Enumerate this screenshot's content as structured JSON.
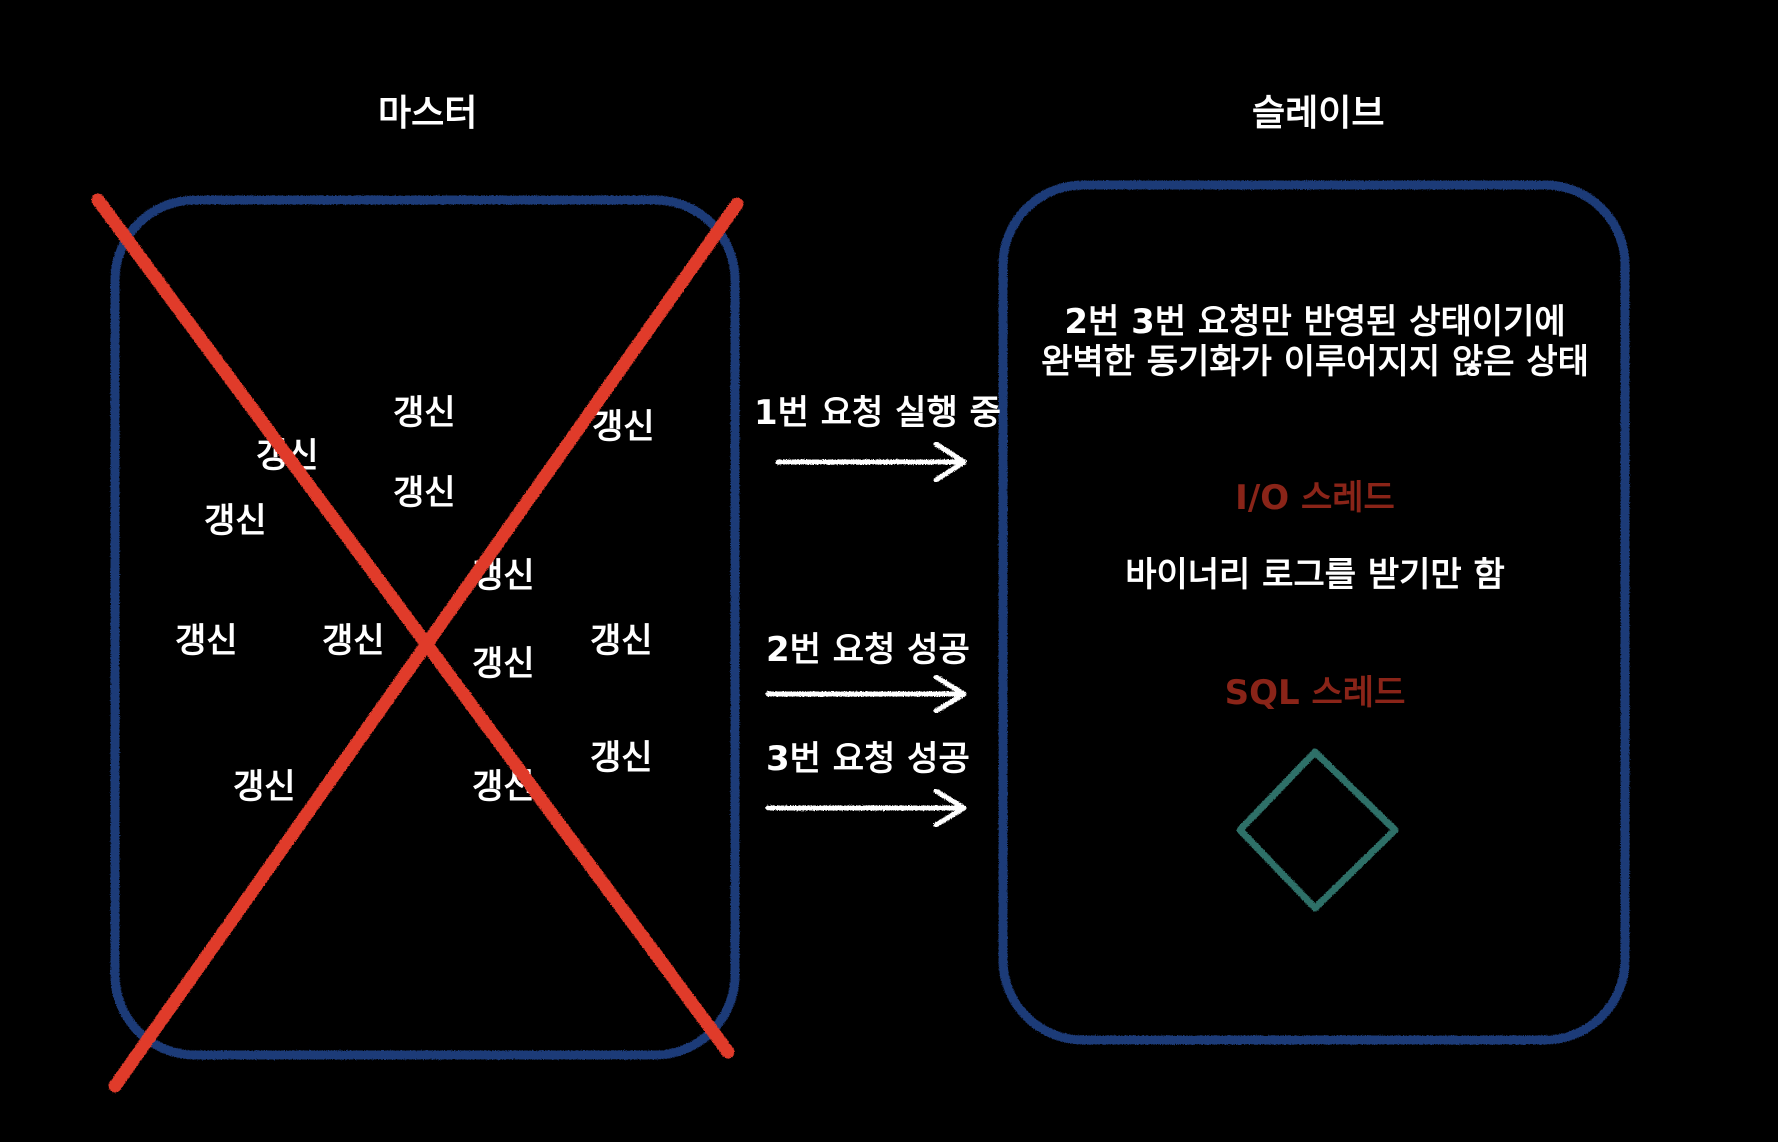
{
  "master": {
    "title": "마스터",
    "updates": [
      "갱신",
      "갱신",
      "갱신",
      "갱신",
      "갱신",
      "갱신",
      "갱신",
      "갱신",
      "갱신",
      "갱신",
      "갱신",
      "갱신",
      "갱신"
    ]
  },
  "slave": {
    "title": "슬레이브",
    "status_line1": "2번 3번 요청만 반영된 상태이기에",
    "status_line2": "완벽한 동기화가 이루어지지 않은 상태",
    "io_thread": "I/O 스레드",
    "io_desc": "바이너리 로그를 받기만 함",
    "sql_thread": "SQL 스레드"
  },
  "requests": [
    {
      "label": "1번 요청 실행 중"
    },
    {
      "label": "2번 요청 성공"
    },
    {
      "label": "3번 요청 성공"
    }
  ],
  "colors": {
    "background": "#000000",
    "text": "#ffffff",
    "box_border": "#1f3a78",
    "cross": "#e03a2c",
    "thread_label": "#8a2418",
    "diamond": "#2f6f68",
    "arrow": "#ffffff"
  }
}
